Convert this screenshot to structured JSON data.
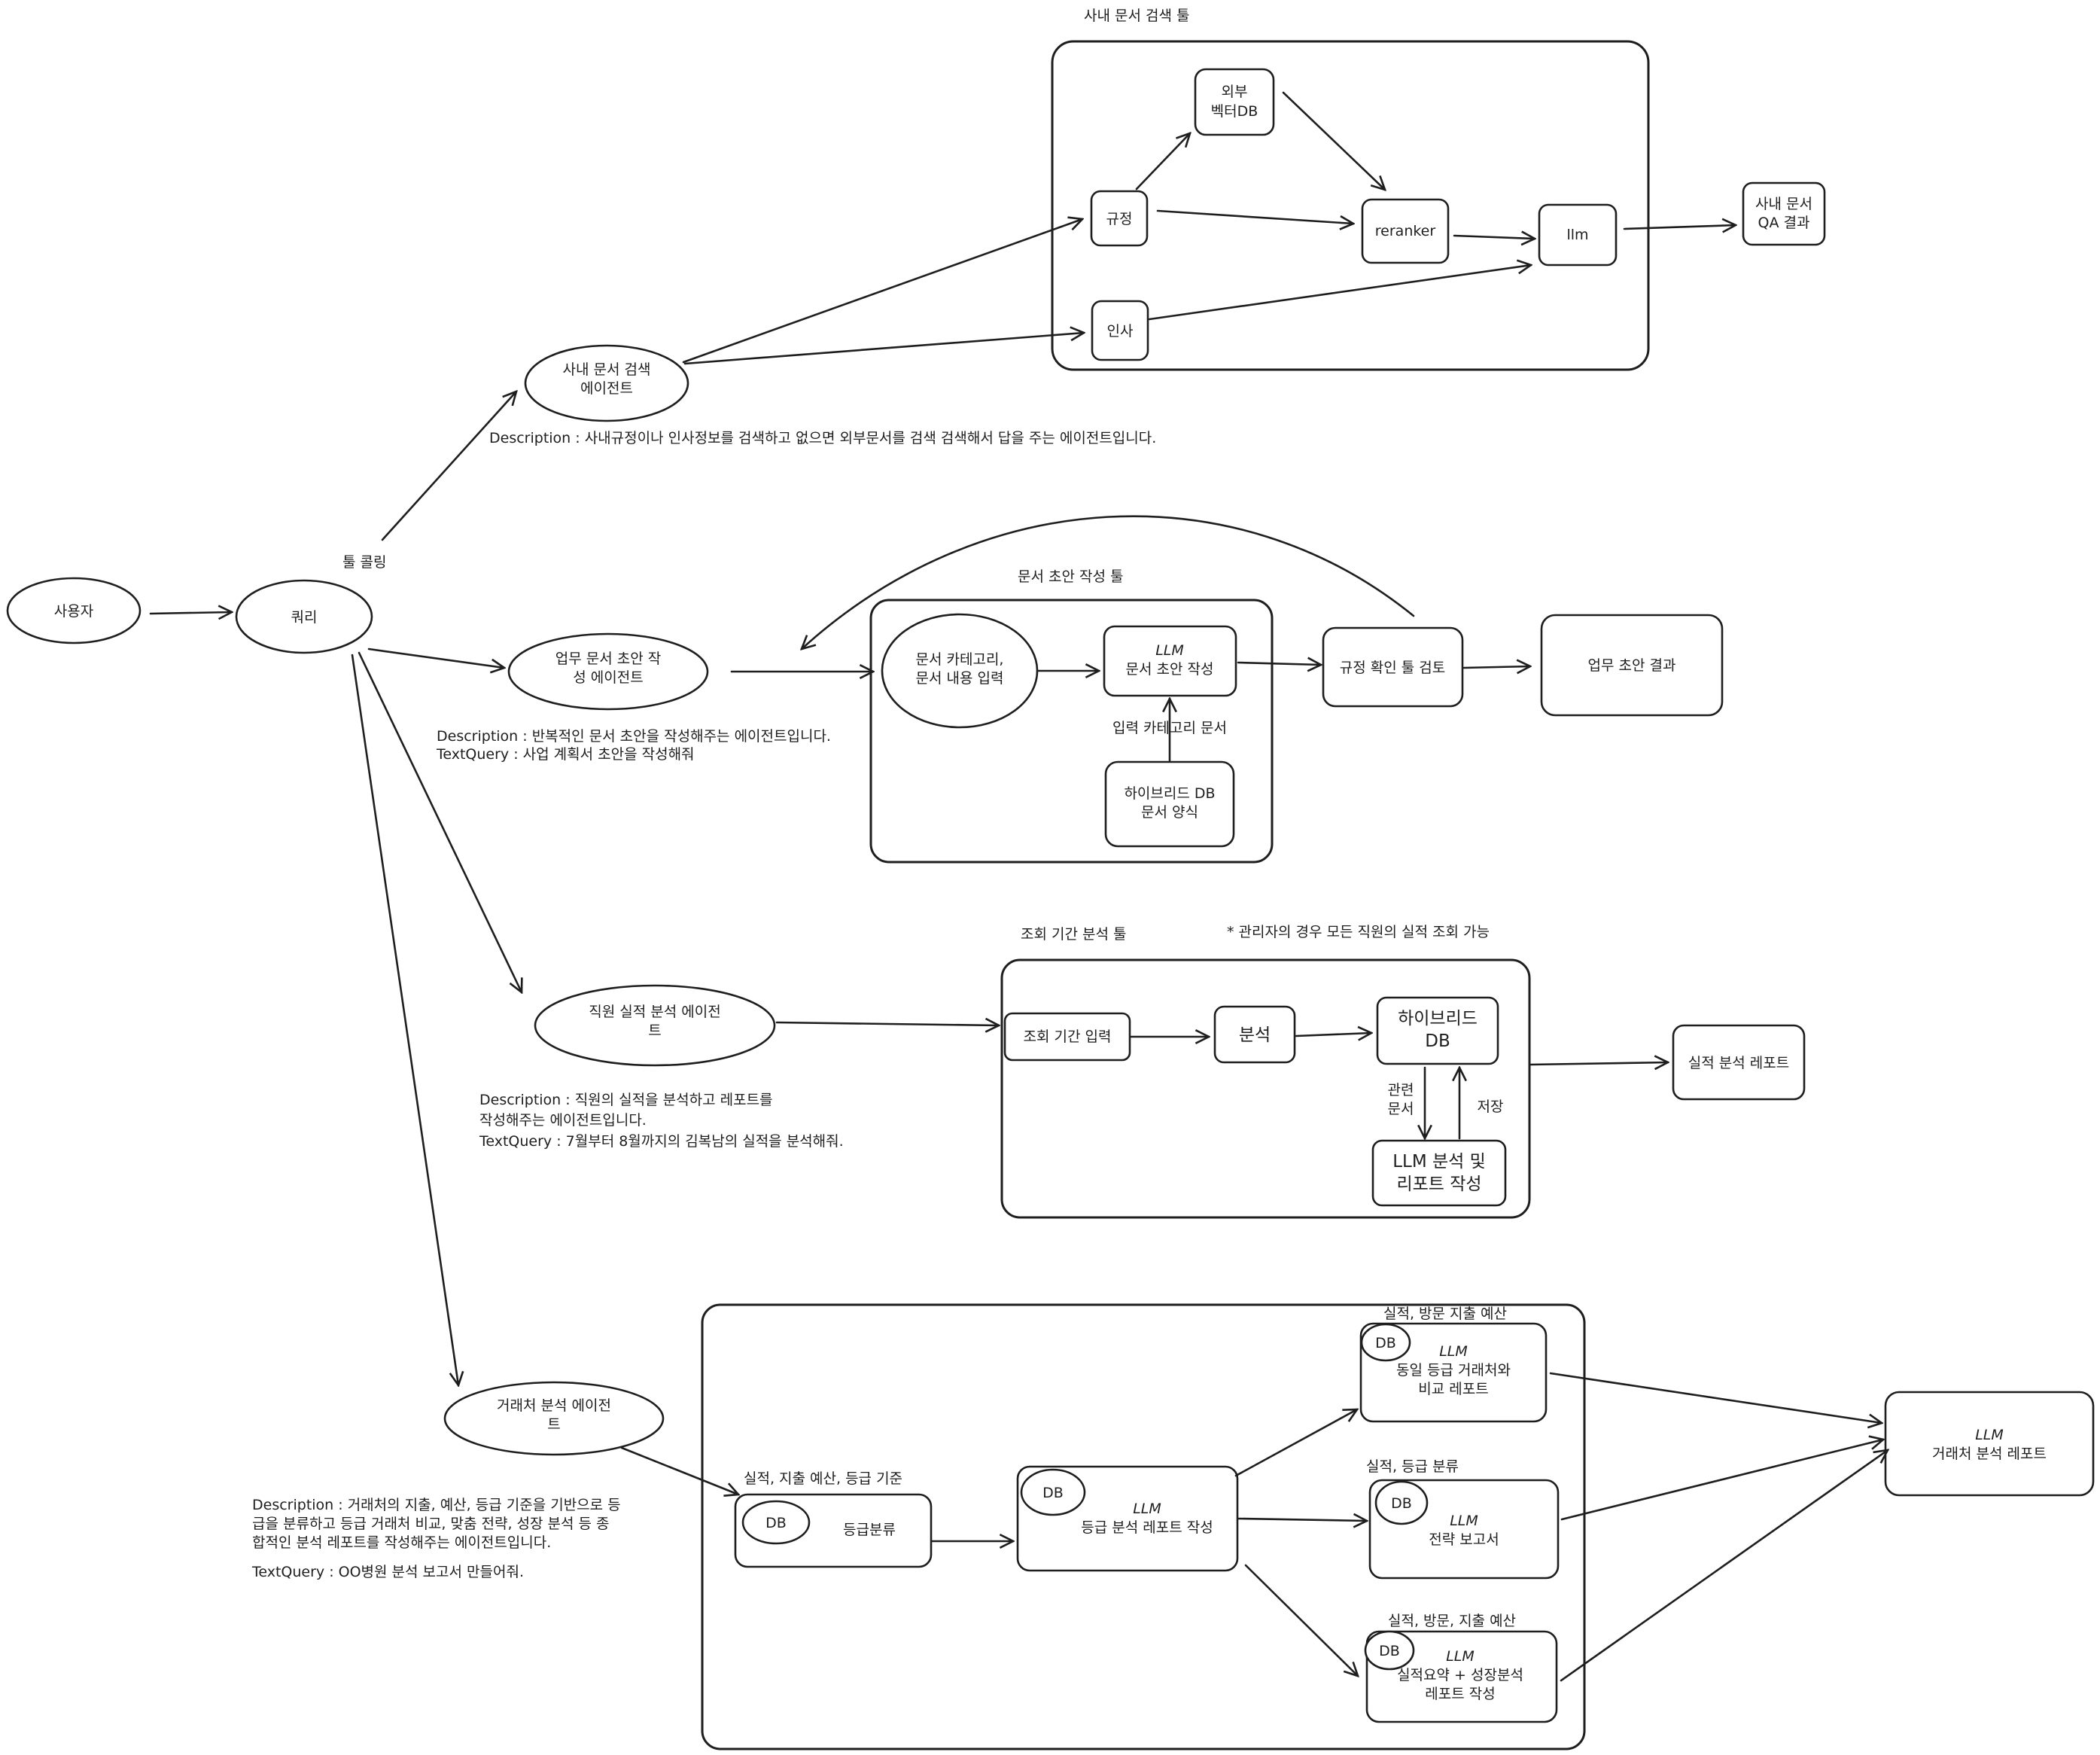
{
  "user": "사용자",
  "query": "쿼리",
  "tool_calling_label": "툴 콜링",
  "doc_search": {
    "group_title": "사내 문서 검색 툴",
    "agent": [
      "사내 문서 검색",
      "에이전트"
    ],
    "description": "Description : 사내규정이나 인사정보를 검색하고 없으면 외부문서를 검색 검색해서 답을 주는 에이전트입니다.",
    "nodes": {
      "external": [
        "외부",
        "벡터DB"
      ],
      "rules": "규정",
      "hr": "인사",
      "reranker": "reranker",
      "llm": "llm",
      "result": [
        "사내 문서",
        "QA 결과"
      ]
    }
  },
  "draft": {
    "group_title": "문서 초안 작성 툴",
    "agent": [
      "업무 문서 초안 작",
      "성 에이전트"
    ],
    "description": [
      "Description : 반복적인 문서 초안을 작성해주는 에이전트입니다.",
      "TextQuery : 사업 계획서 초안을 작성해줘"
    ],
    "nodes": {
      "input": [
        "문서 카테고리,",
        "문서 내용 입력"
      ],
      "llm": [
        "LLM",
        "문서 초안 작성"
      ],
      "edge_label": "입력 카테고리 문서",
      "hybrid": [
        "하이브리드 DB",
        "문서 양식"
      ],
      "review": "규정 확인 툴 검토",
      "result": "업무 초안 결과"
    },
    "review_color": "#b2f2bb"
  },
  "perf": {
    "group_title": "조회 기간 분석 툴",
    "note": "* 관리자의 경우 모든 직원의 실적 조회 가능",
    "agent": [
      "직원 실적 분석 에이전",
      "트"
    ],
    "description": [
      "Description : 직원의 실적을 분석하고 레포트를",
      "작성해주는 에이전트입니다.",
      "TextQuery : 7월부터 8월까지의 김복남의 실적을 분석해줘."
    ],
    "nodes": {
      "period": "조회 기간 입력",
      "analysis": "분석",
      "hybrid": [
        "하이브리드",
        "DB"
      ],
      "related": [
        "관련",
        "문서"
      ],
      "save": "저장",
      "llm": [
        "LLM 분석 및",
        "리포트 작성"
      ],
      "result": "실적 분석 레포트"
    }
  },
  "client": {
    "agent": [
      "거래처 분석 에이전",
      "트"
    ],
    "description": [
      "Description : 거래처의 지출, 예산, 등급 기준을 기반으로 등",
      "급을 분류하고 등급 거래처 비교, 맞춤 전략, 성장 분석 등 종",
      "합적인 분석 레포트를 작성해주는 에이전트입니다."
    ],
    "text_query": "TextQuery : OO병원 분석 보고서 만들어줘.",
    "nodes": {
      "classify_label": "실적, 지출 예산, 등급 기준",
      "classify": "등급분류",
      "db": "DB",
      "grade_report": [
        "LLM",
        "등급 분석 레포트 작성"
      ],
      "compare_label": "실적, 방문 지출 예산",
      "compare": [
        "LLM",
        "동일 등급 거래처와",
        "비교 레포트"
      ],
      "strategy_label": "실적, 등급 분류",
      "strategy": [
        "LLM",
        "전략 보고서"
      ],
      "growth_label": "실적, 방문, 지출 예산",
      "growth": [
        "LLM",
        "실적요약 + 성장분석",
        "레포트 작성"
      ],
      "final": [
        "LLM",
        "거래처 분석 레포트"
      ]
    }
  }
}
